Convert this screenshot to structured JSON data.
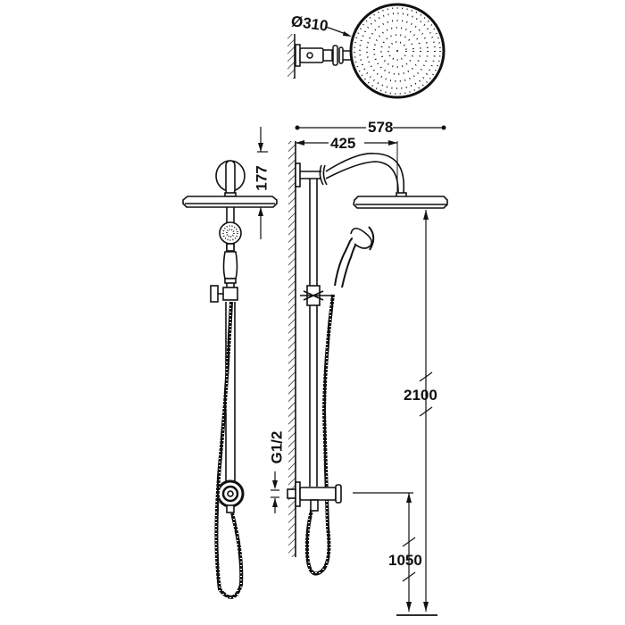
{
  "drawing": {
    "title": "Shower column dimensional drawing",
    "line_color": "#111111",
    "background": "#ffffff",
    "views": [
      "top-view-shower-head",
      "front-view",
      "side-view"
    ]
  },
  "dimensions": {
    "head_diameter": "Ø310",
    "total_projection": "578",
    "arm_projection": "425",
    "head_height": "177",
    "total_height": "2100",
    "valve_height": "1050",
    "inlet_thread": "G1/2"
  }
}
